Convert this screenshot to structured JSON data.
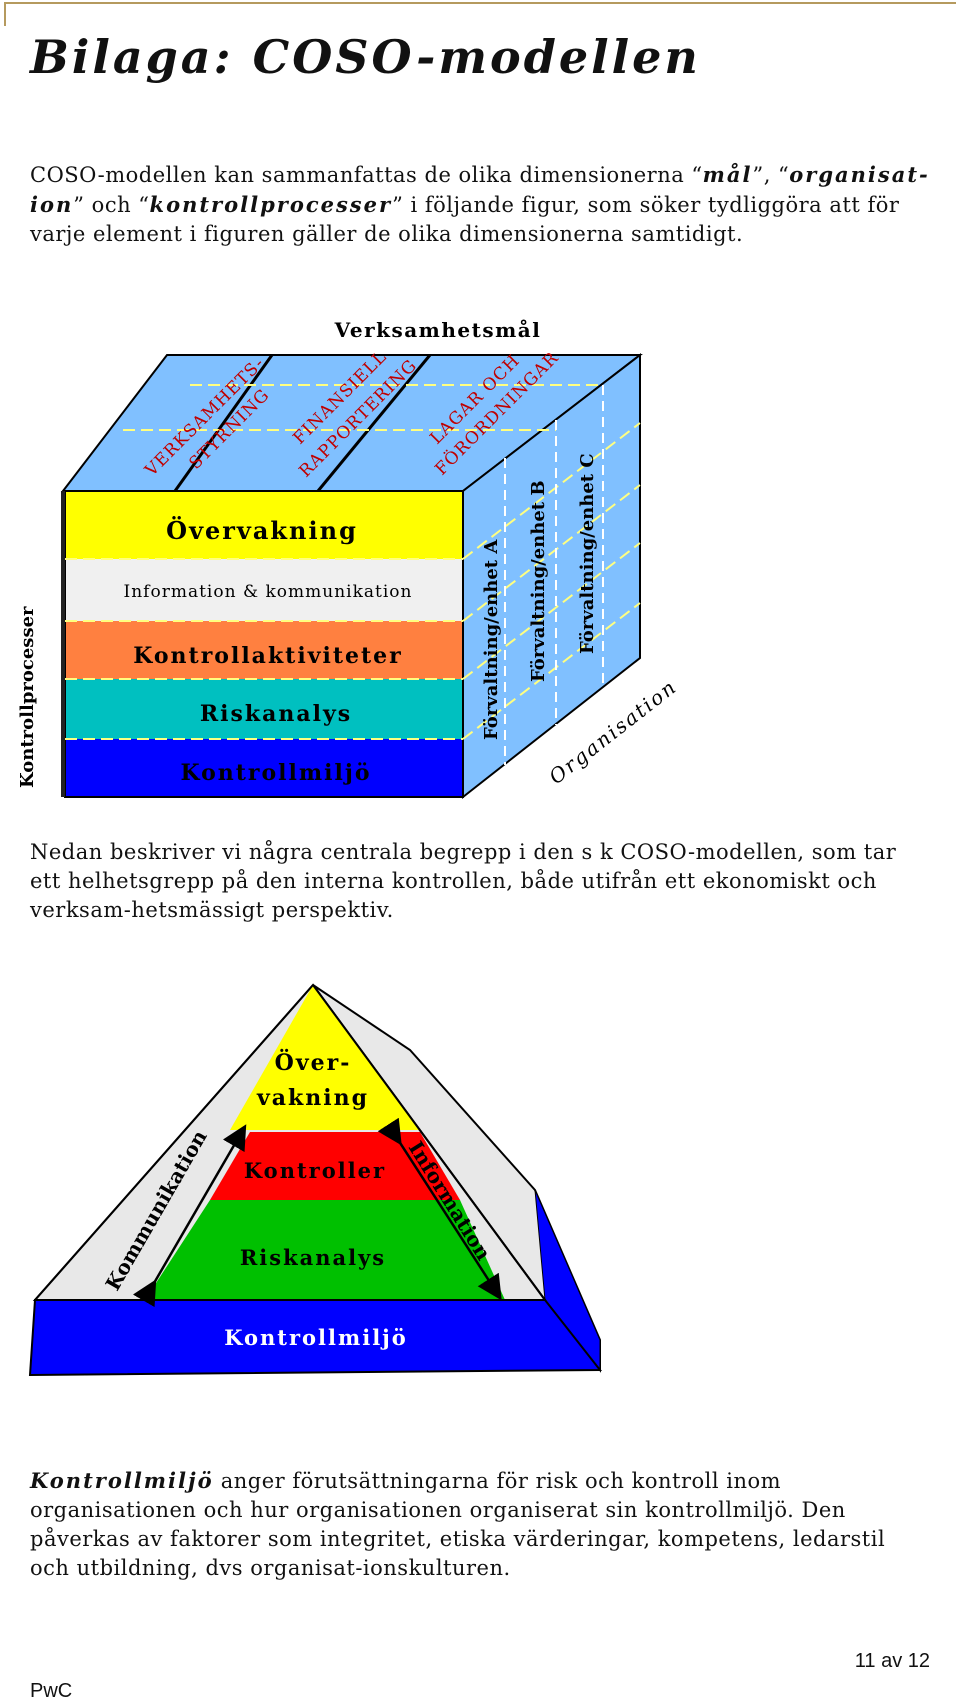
{
  "page": {
    "title": "Bilaga: COSO-modellen",
    "intro": {
      "part1": "COSO-modellen kan sammanfattas de olika dimensionerna “",
      "em1": "mål",
      "part2": "”, “",
      "em2": "organisat-ion",
      "part3": "” och “",
      "em3": "kontrollprocesser",
      "part4": "” i följande figur, som söker tydliggöra att för varje element i figuren gäller de olika dimensionerna samtidigt."
    },
    "middle_text": "Nedan beskriver vi några centrala begrepp i den s k COSO-modellen, som tar ett helhetsgrepp på den interna kontrollen, både utifrån ett ekonomiskt och verksam-hetsmässigt perspektiv.",
    "bottom": {
      "term": "Kontrollmiljö",
      "rest": " anger förutsättningarna för risk och kontroll inom organisationen och hur organisationen organiserat sin kontrollmiljö. Den påverkas av faktorer som integritet, etiska värderingar, kompetens, ledarstil och utbildning, dvs organisat-ionskulturen."
    },
    "footer_left": "PwC",
    "footer_right": "11 av 12"
  },
  "cube": {
    "top_label": "Verksamhetsmål",
    "top_columns": [
      {
        "line1": "VERKSAMHETS-",
        "line2": "STYRNING"
      },
      {
        "line1": "FINANSIELL",
        "line2": "RAPPORTERING"
      },
      {
        "line1": "LAGAR OCH",
        "line2": "FÖRORDNINGAR"
      }
    ],
    "layers": [
      {
        "label": "Övervakning",
        "color": "#ffff00"
      },
      {
        "label": "Information & kommunikation",
        "color": "#f0f0f0"
      },
      {
        "label": "Kontrollaktiviteter",
        "color": "#ff8040"
      },
      {
        "label": "Riskanalys",
        "color": "#00c0c0"
      },
      {
        "label": "Kontrollmiljö",
        "color": "#0000ff"
      }
    ],
    "side_columns": [
      "Förvaltning/enhet A",
      "Förvaltning/enhet B",
      "Förvaltning/enhet C"
    ],
    "left_label": "Kontrollprocesser",
    "bottom_label": "Organisation",
    "colors": {
      "top_face": "#80c0ff",
      "side_face": "#80c0ff",
      "red_text": "#c00000"
    }
  },
  "pyramid": {
    "top": "Över-vakning",
    "top_line1": "Över-",
    "top_line2": "vakning",
    "middle": "Kontroller",
    "lower": "Riskanalys",
    "base": "Kontrollmiljö",
    "left_side": "Kommunikation",
    "right_side": "Information",
    "colors": {
      "yellow": "#ffff00",
      "red": "#ff0000",
      "green": "#00c000",
      "blue": "#0000ff",
      "grey": "#e8e8e8"
    }
  }
}
